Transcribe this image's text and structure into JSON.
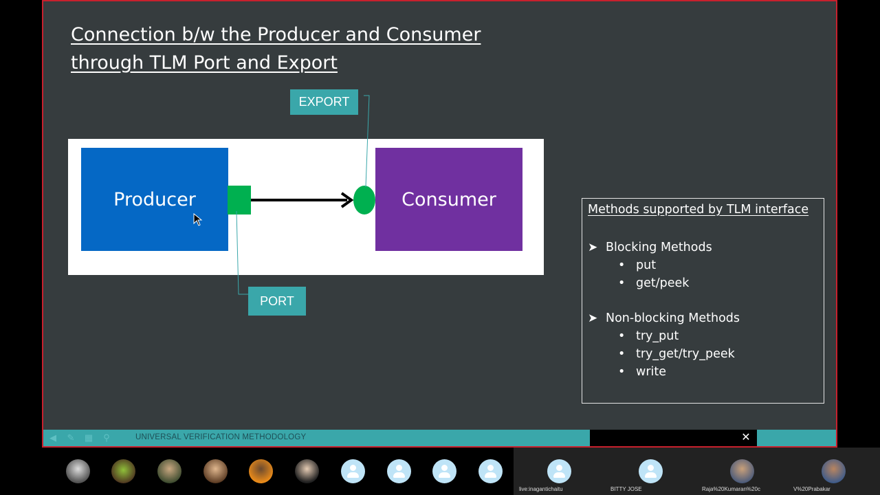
{
  "slide": {
    "title_line1": "Connection b/w the Producer and Consumer",
    "title_line2": "through TLM Port and Export",
    "producer_label": "Producer",
    "consumer_label": "Consumer",
    "export_label": "EXPORT",
    "port_label": "PORT",
    "methods": {
      "title": "Methods supported by TLM interface",
      "blocking_heading": "Blocking Methods",
      "blocking_items": [
        "put",
        "get/peek"
      ],
      "nonblocking_heading": "Non-blocking Methods",
      "nonblocking_items": [
        "try_put",
        "try_get/try_peek",
        "write"
      ]
    }
  },
  "footer": {
    "text": "UNIVERSAL VERIFICATION METHODOLOGY",
    "close_icon": "✕"
  },
  "participants": {
    "tiles": [
      {
        "name": "live:inagantichaitu"
      },
      {
        "name": "BITTY JOSE"
      },
      {
        "name": "Raja%20Kumaran%20c"
      },
      {
        "name": "V%20Prabakar"
      }
    ]
  },
  "colors": {
    "slide_bg": "#363c3e",
    "producer": "#0568c5",
    "consumer": "#7030a0",
    "connector": "#00b050",
    "callout": "#3aa7aa",
    "frame_border": "#c8202d"
  }
}
